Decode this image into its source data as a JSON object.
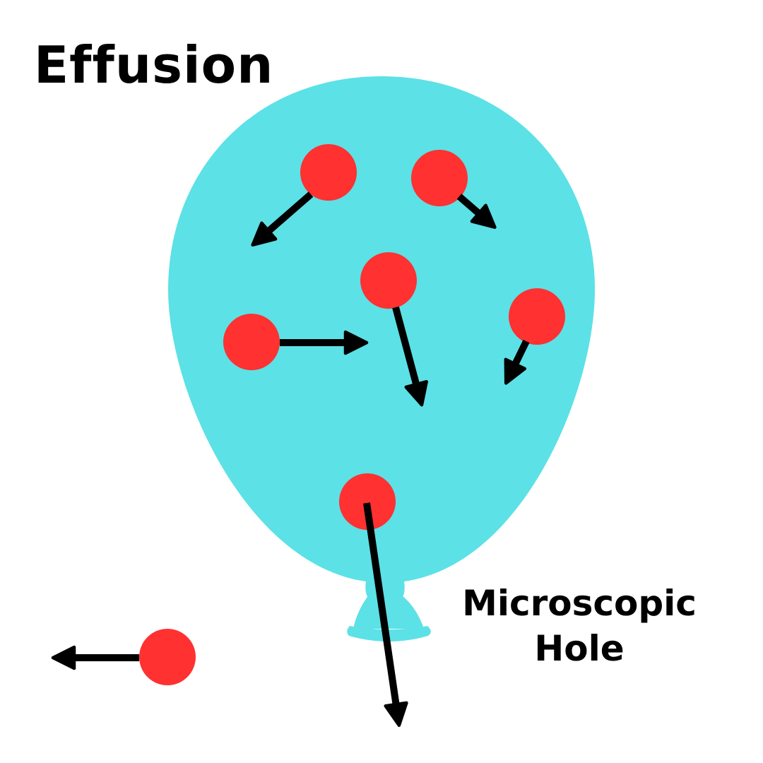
{
  "title": "Effusion",
  "label": {
    "line1": "Microscopic",
    "line2": "Hole"
  },
  "colors": {
    "balloon": "#5CE1E6",
    "molecule": "#FF3131",
    "arrow": "#000000"
  }
}
